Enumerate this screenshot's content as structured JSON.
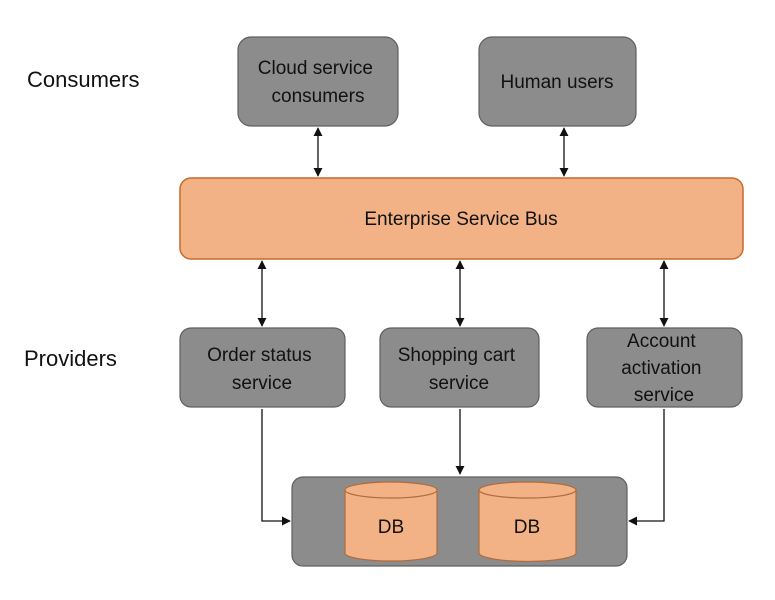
{
  "labels": {
    "consumers": "Consumers",
    "providers": "Providers"
  },
  "consumers": {
    "cloud": [
      "Cloud service",
      "consumers"
    ],
    "human": [
      "Human users"
    ]
  },
  "bus": {
    "label": "Enterprise Service Bus"
  },
  "providers": {
    "order": [
      "Order status",
      "service"
    ],
    "cart": [
      "Shopping cart",
      "service"
    ],
    "account": [
      "Account",
      "activation",
      "service"
    ]
  },
  "database": {
    "db1": "DB",
    "db2": "DB"
  },
  "colors": {
    "box_fill": "#8c8c8c",
    "bus_fill": "#f2b285",
    "bus_stroke": "#c66a2b",
    "db_fill": "#f2b285"
  }
}
